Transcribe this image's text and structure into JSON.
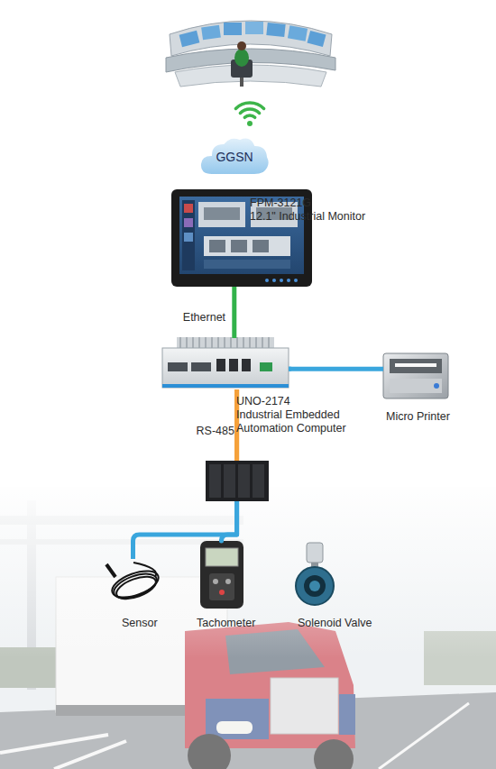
{
  "diagram": {
    "nodes": [
      {
        "text": [
          "GGSN"
        ]
      },
      {
        "text": [
          "FPM-3121G",
          "12.1\" Industrial Monitor"
        ]
      },
      {
        "text": [
          "UNO-2174",
          "Industrial Embedded Automation Computer"
        ]
      },
      {
        "text": [
          "Micro Printer"
        ]
      },
      {
        "text": [
          "Sensor"
        ]
      },
      {
        "text": [
          "Tachometer"
        ]
      },
      {
        "text": [
          "Solenoid Valve"
        ]
      }
    ],
    "edges": [
      {
        "from": 1,
        "to": 2,
        "arrow": "none",
        "label": "Ethernet"
      },
      {
        "from": 2,
        "to": 3,
        "arrow": "none"
      },
      {
        "from": 2,
        "to": 4,
        "arrow": "none"
      },
      {
        "from": 2,
        "to": 5,
        "arrow": "none",
        "label": "RS-485"
      },
      {
        "from": 2,
        "to": 6,
        "arrow": "none"
      }
    ]
  }
}
